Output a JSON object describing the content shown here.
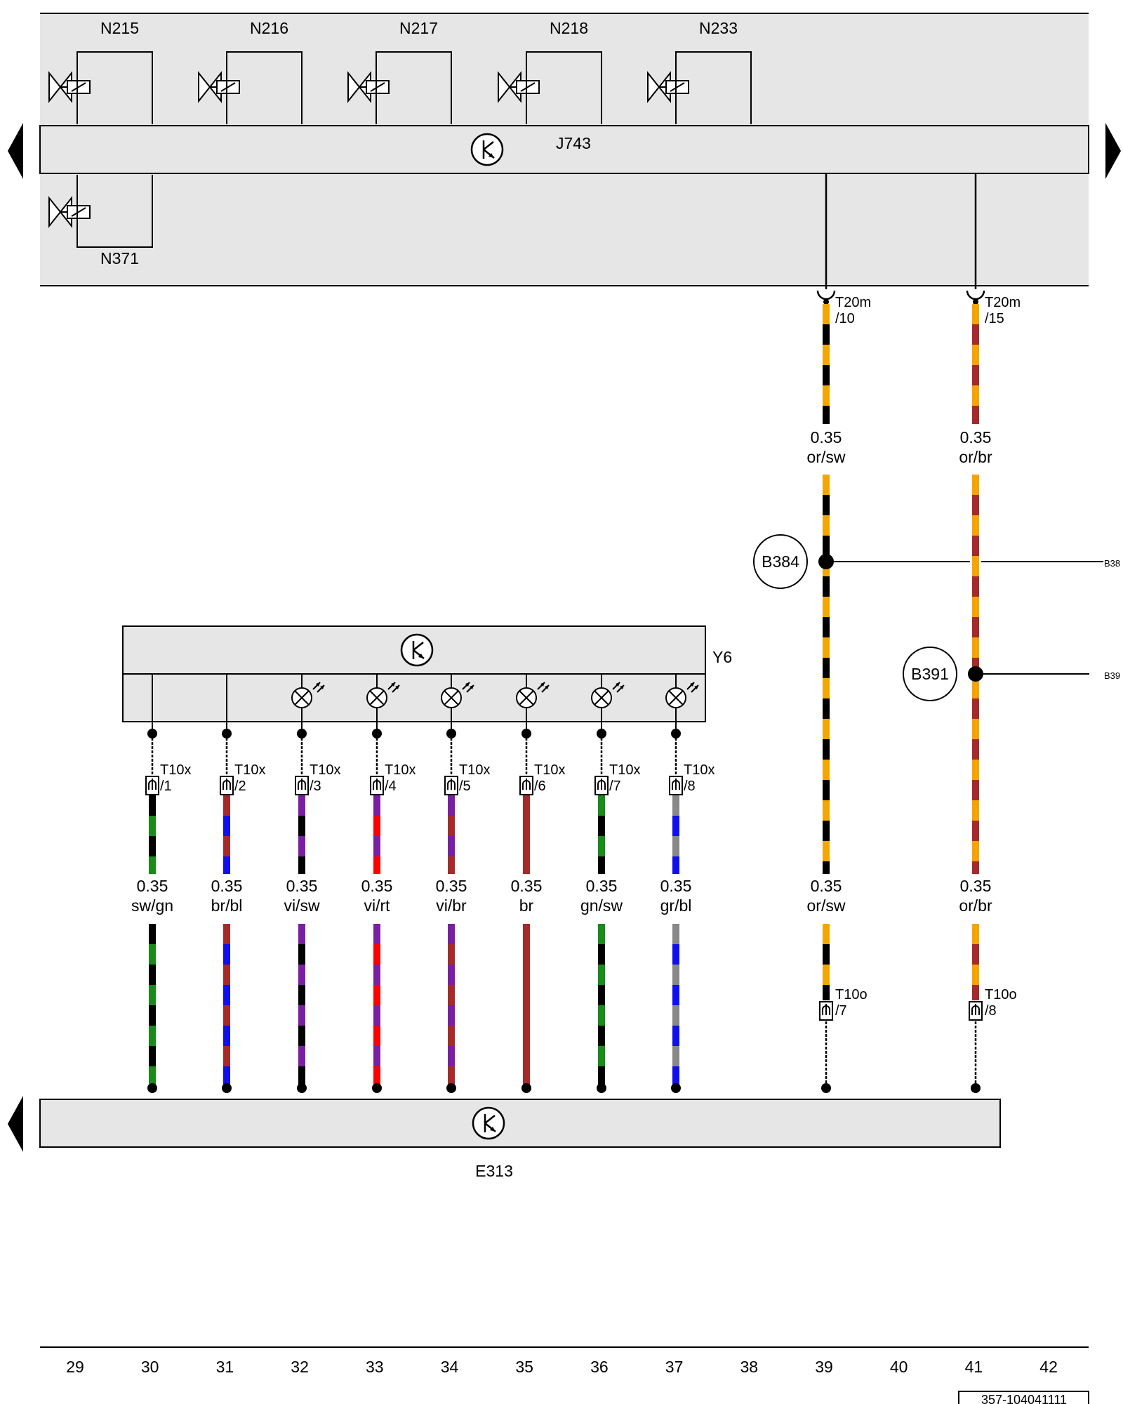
{
  "components": {
    "n215": "N215",
    "n216": "N216",
    "n217": "N217",
    "n218": "N218",
    "n233": "N233",
    "n371": "N371",
    "j743": "J743",
    "y6": "Y6",
    "e313": "E313"
  },
  "connectors": {
    "t20m_10": {
      "name": "T20m",
      "pin": "/10"
    },
    "t20m_15": {
      "name": "T20m",
      "pin": "/15"
    },
    "t10o_7": {
      "name": "T10o",
      "pin": "/7"
    },
    "t10o_8": {
      "name": "T10o",
      "pin": "/8"
    },
    "t10x": [
      {
        "name": "T10x",
        "pin": "/1"
      },
      {
        "name": "T10x",
        "pin": "/2"
      },
      {
        "name": "T10x",
        "pin": "/3"
      },
      {
        "name": "T10x",
        "pin": "/4"
      },
      {
        "name": "T10x",
        "pin": "/5"
      },
      {
        "name": "T10x",
        "pin": "/6"
      },
      {
        "name": "T10x",
        "pin": "/7"
      },
      {
        "name": "T10x",
        "pin": "/8"
      }
    ]
  },
  "splices": {
    "b384": "B384",
    "b391": "B391",
    "b384_ref": "B38",
    "b391_ref": "B39"
  },
  "wires_lower": [
    {
      "size": "0.35",
      "color": "sw/gn",
      "stripes": [
        "#000000",
        "#1a8a1a"
      ]
    },
    {
      "size": "0.35",
      "color": "br/bl",
      "stripes": [
        "#a52a2a",
        "#1010ee"
      ]
    },
    {
      "size": "0.35",
      "color": "vi/sw",
      "stripes": [
        "#7b1fa2",
        "#000000"
      ]
    },
    {
      "size": "0.35",
      "color": "vi/rt",
      "stripes": [
        "#7b1fa2",
        "#ff0000"
      ]
    },
    {
      "size": "0.35",
      "color": "vi/br",
      "stripes": [
        "#7b1fa2",
        "#a52a2a"
      ]
    },
    {
      "size": "0.35",
      "color": "br",
      "stripes": [
        "#a52a2a",
        "#a52a2a"
      ]
    },
    {
      "size": "0.35",
      "color": "gn/sw",
      "stripes": [
        "#1a8a1a",
        "#000000"
      ]
    },
    {
      "size": "0.35",
      "color": "gr/bl",
      "stripes": [
        "#888888",
        "#1010ee"
      ]
    }
  ],
  "wires_right": [
    {
      "size": "0.35",
      "color": "or/sw",
      "stripes": [
        "#f5a500",
        "#000000"
      ]
    },
    {
      "size": "0.35",
      "color": "or/br",
      "stripes": [
        "#f5a500",
        "#a52a2a"
      ]
    }
  ],
  "columns": [
    "29",
    "30",
    "31",
    "32",
    "33",
    "34",
    "35",
    "36",
    "37",
    "38",
    "39",
    "40",
    "41",
    "42"
  ],
  "footer_code": "357-104041111",
  "colors": {
    "housing": "#e6e6e6",
    "line": "#000000"
  }
}
